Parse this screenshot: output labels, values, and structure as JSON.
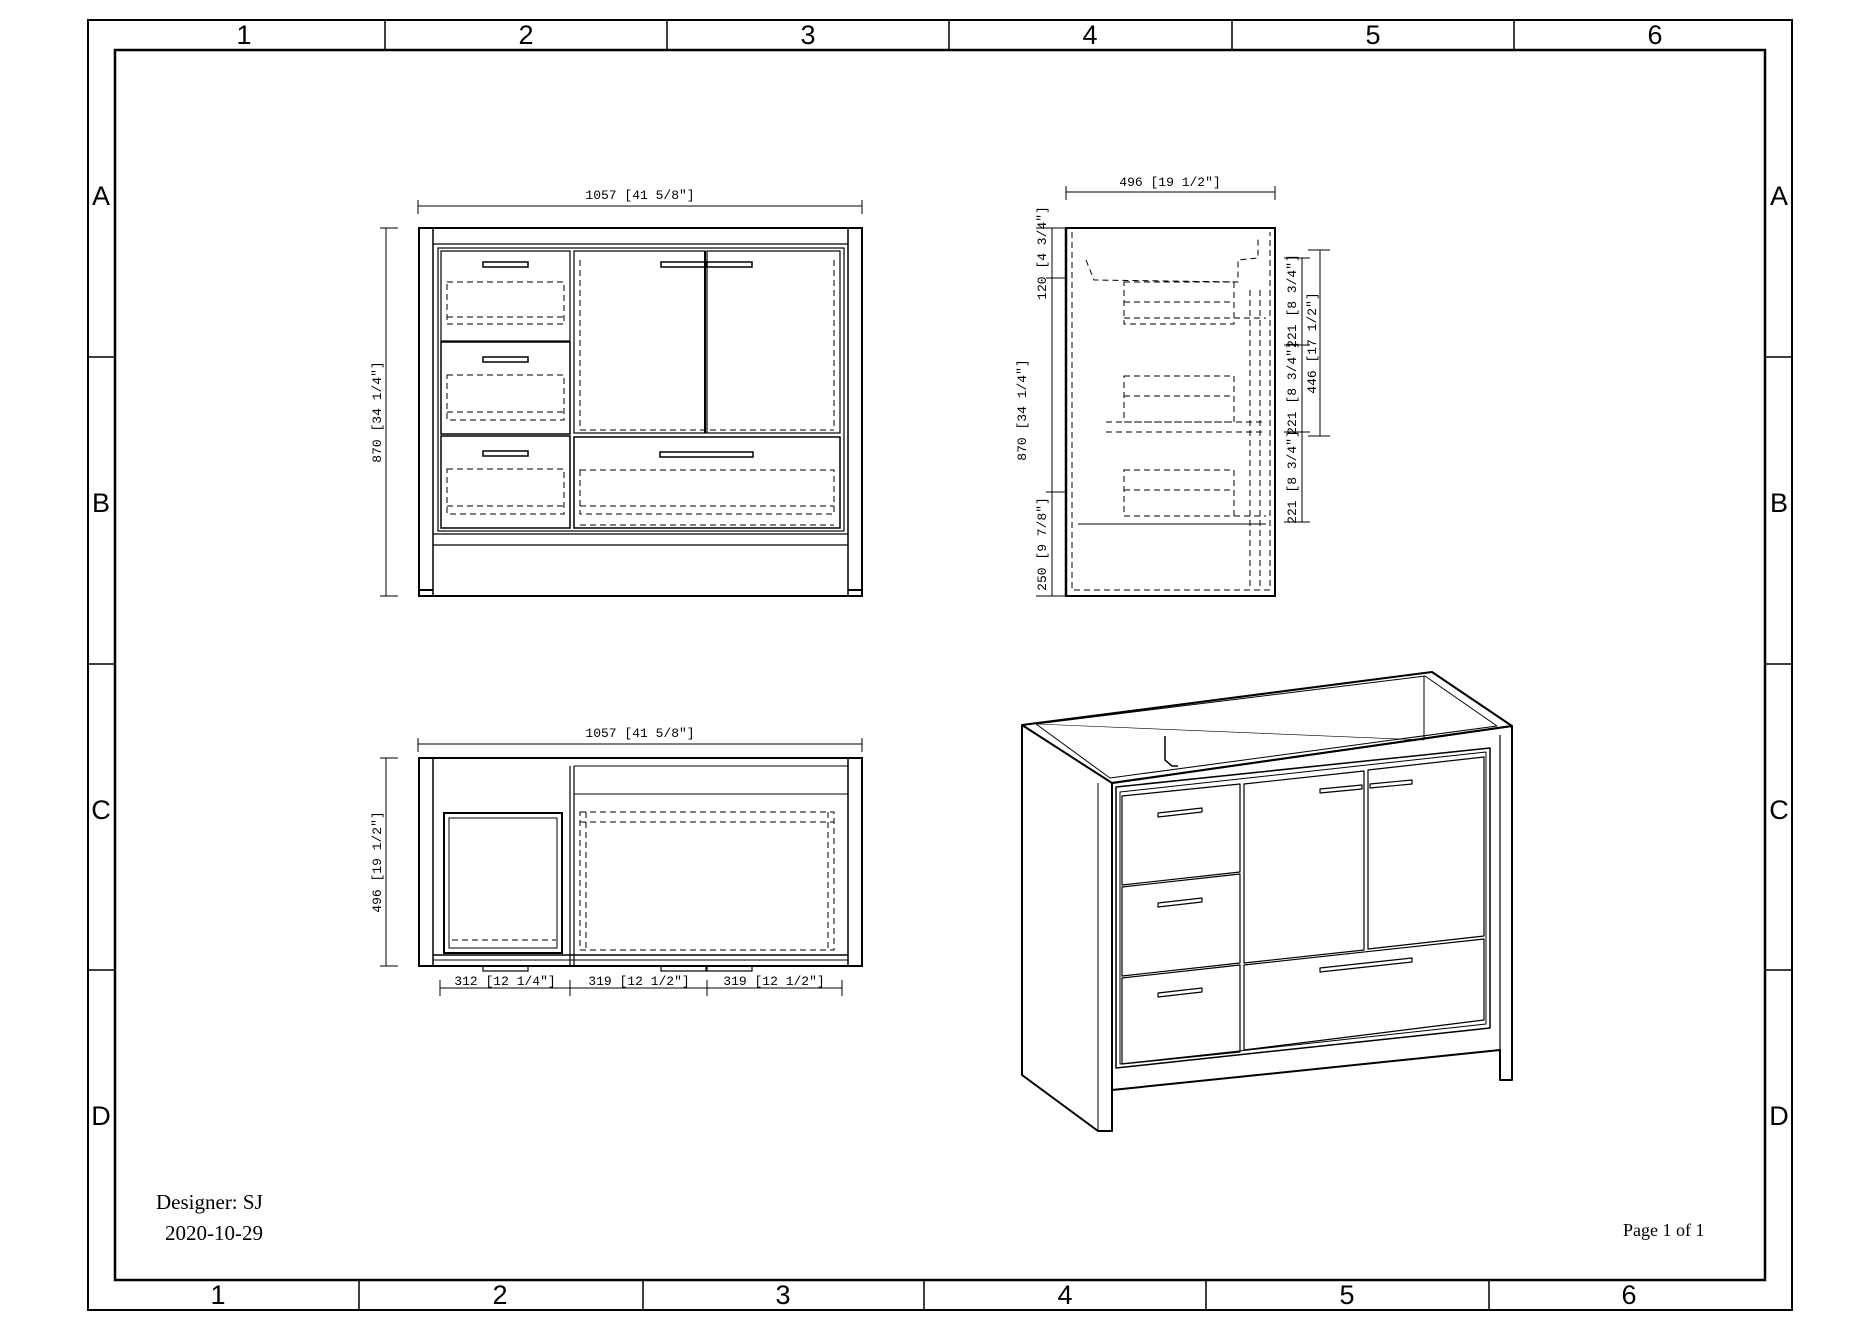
{
  "sheet": {
    "col_labels_top": [
      "1",
      "2",
      "3",
      "4",
      "5",
      "6"
    ],
    "col_labels_bottom": [
      "1",
      "2",
      "3",
      "4",
      "5",
      "6"
    ],
    "row_labels_left": [
      "A",
      "B",
      "C",
      "D"
    ],
    "row_labels_right": [
      "A",
      "B",
      "C",
      "D"
    ]
  },
  "front_view": {
    "width_dim": "1057 [41 5/8\"]",
    "height_dim": "870 [34 1/4\"]"
  },
  "side_view": {
    "depth_dim": "496 [19 1/2\"]",
    "top_dim": "120 [4 3/4\"]",
    "height_dim": "870 [34 1/4\"]",
    "base_dim": "250 [9 7/8\"]",
    "drawer1_dim": "221 [8 3/4\"]",
    "drawer2_dim": "221 [8 3/4\"]",
    "drawer3_dim": "221 [8 3/4\"]",
    "span_dim": "446 [17 1/2\"]"
  },
  "top_view": {
    "width_dim": "1057 [41 5/8\"]",
    "depth_dim": "496 [19 1/2\"]",
    "seg1_dim": "312 [12 1/4\"]",
    "seg2_dim": "319 [12 1/2\"]",
    "seg3_dim": "319 [12 1/2\"]"
  },
  "info": {
    "designer": "Designer: SJ",
    "date": "2020-10-29",
    "page": "Page 1 of 1"
  }
}
